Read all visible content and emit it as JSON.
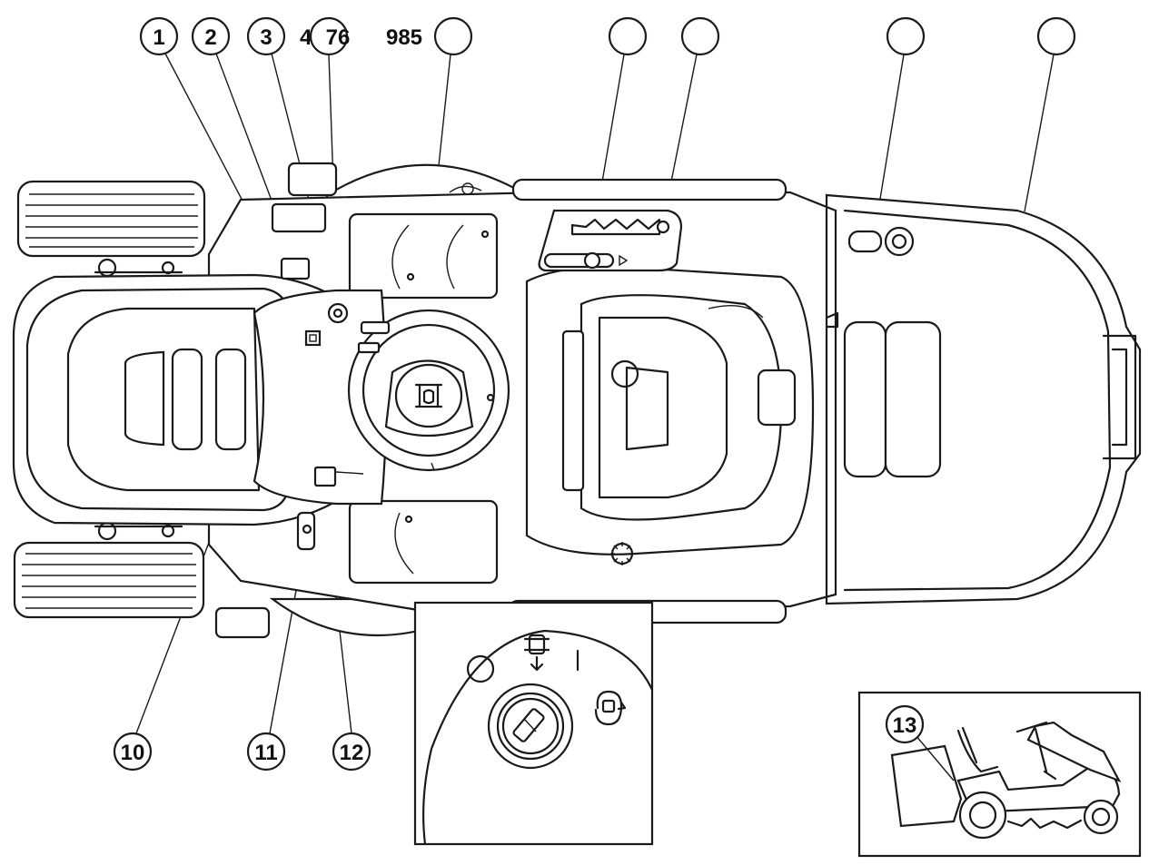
{
  "callouts": {
    "c1": "1",
    "c2": "2",
    "c3": "3",
    "top_label_4": "4",
    "top_label_76": "76",
    "top_label_985": "985",
    "c10": "10",
    "c11": "11",
    "c12": "12",
    "c13": "13"
  },
  "icons": {
    "ignition_positions": [
      "off-circle-icon",
      "lights-icon",
      "on-bar-icon",
      "start-icon"
    ],
    "steering_logo": "husqvarna-crown-icon"
  },
  "colors": {
    "line": "#1a1a1a",
    "background": "#ffffff"
  }
}
